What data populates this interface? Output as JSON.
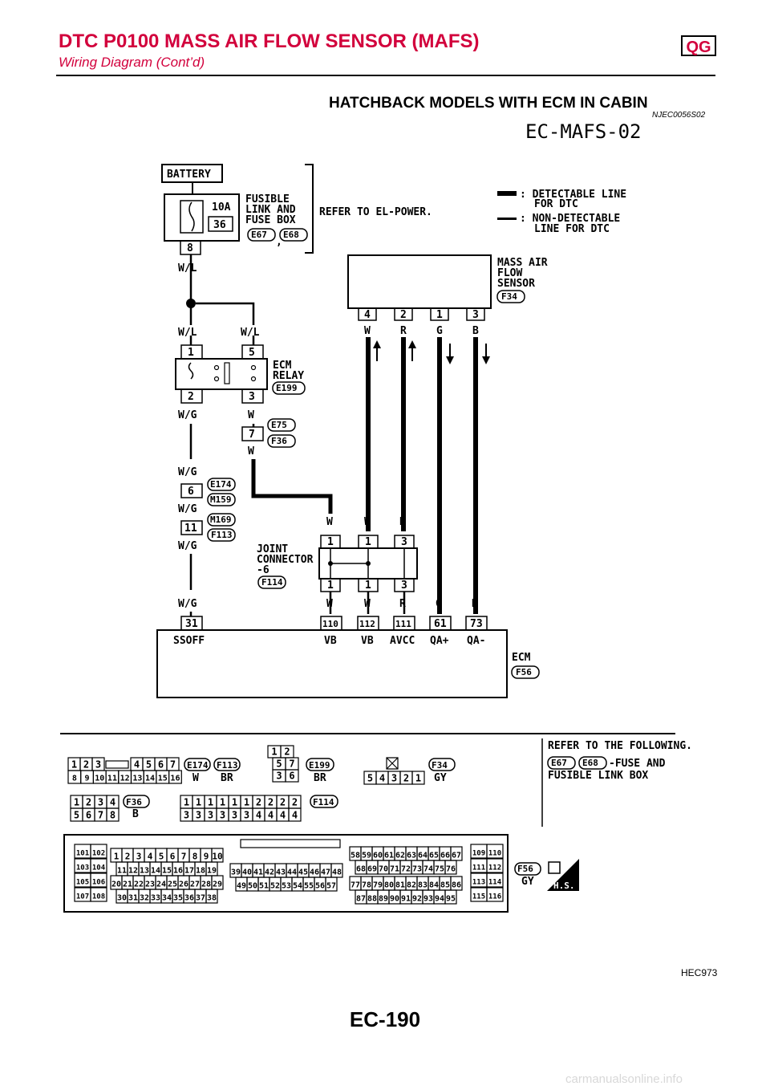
{
  "header": {
    "title": "DTC P0100 MASS AIR FLOW SENSOR (MAFS)",
    "badge": "QG",
    "subtitle": "Wiring Diagram (Cont’d)"
  },
  "section": {
    "title": "HATCHBACK MODELS WITH ECM IN CABIN",
    "code": "NJEC0056S02",
    "diagram_id": "EC-MAFS-02"
  },
  "diagram": {
    "battery": "BATTERY",
    "fuse_rating": "10A",
    "fuse_number": "36",
    "fuse_box_label": [
      "FUSIBLE",
      "LINK AND",
      "FUSE BOX"
    ],
    "fuse_box_connectors": [
      "E67",
      "E68"
    ],
    "refer_power": "REFER TO EL-POWER.",
    "legend_detectable": [
      ": DETECTABLE LINE",
      "FOR DTC"
    ],
    "legend_nondetectable": [
      ": NON-DETECTABLE",
      "LINE FOR DTC"
    ],
    "sensor_label": [
      "MASS AIR",
      "FLOW",
      "SENSOR"
    ],
    "sensor_connector": "F34",
    "sensor_pins": [
      "4",
      "2",
      "1",
      "3"
    ],
    "sensor_wires": [
      "W",
      "R",
      "G",
      "B"
    ],
    "fuse_pin": "8",
    "wire_wl": "W/L",
    "wire_wg": "W/G",
    "wire_w": "W",
    "relay_label": [
      "ECM",
      "RELAY"
    ],
    "relay_connector": "E199",
    "relay_pins": [
      "1",
      "5",
      "2",
      "3"
    ],
    "junction_pin_7": "7",
    "junction_7_connectors": [
      "E75",
      "F36"
    ],
    "junction_pin_6": "6",
    "junction_6_connectors": [
      "E174",
      "M159"
    ],
    "junction_pin_11": "11",
    "junction_11_connectors": [
      "M169",
      "F113"
    ],
    "joint_label": [
      "JOINT",
      "CONNECTOR",
      "-6"
    ],
    "joint_connector": "F114",
    "joint_pins": [
      "1",
      "1",
      "3"
    ],
    "joint_wires_top": [
      "W",
      "W",
      "R"
    ],
    "ecm_wires": [
      "W/G",
      "W",
      "W",
      "R",
      "G",
      "B"
    ],
    "ecm_pins": [
      "31",
      "110",
      "112",
      "111",
      "61",
      "73"
    ],
    "ecm_terms": [
      "SSOFF",
      "VB",
      "VB",
      "AVCC",
      "QA+",
      "QA-"
    ],
    "ecm_label": "ECM",
    "ecm_connector": "F56"
  },
  "connectors": {
    "c1_top": [
      "1",
      "2",
      "3",
      "4",
      "5",
      "6",
      "7"
    ],
    "c1_bot": [
      "8",
      "9",
      "10",
      "11",
      "12",
      "13",
      "14",
      "15",
      "16"
    ],
    "c1_ids": [
      "E174",
      "F113"
    ],
    "c1_colors": [
      "W",
      "BR"
    ],
    "c2_top": [
      "1",
      "2"
    ],
    "c2_mid": [
      "5",
      "7"
    ],
    "c2_bot": [
      "3",
      "6"
    ],
    "c2_id": "E199",
    "c2_color": "BR",
    "c3_pins": [
      "5",
      "4",
      "3",
      "2",
      "1"
    ],
    "c3_id": "F34",
    "c3_color": "GY",
    "c4_top": [
      "1",
      "2",
      "3",
      "4"
    ],
    "c4_bot": [
      "5",
      "6",
      "7",
      "8"
    ],
    "c4_id": "F36",
    "c4_color": "B",
    "c5_top": [
      "1",
      "1",
      "1",
      "1",
      "1",
      "1",
      "2",
      "2",
      "2",
      "2"
    ],
    "c5_bot": [
      "3",
      "3",
      "3",
      "3",
      "3",
      "3",
      "4",
      "4",
      "4",
      "4"
    ],
    "c5_id": "F114",
    "refer_following": "REFER TO THE FOLLOWING.",
    "refer_ids": [
      "E67",
      "E68"
    ],
    "refer_text": [
      "-FUSE AND",
      "FUSIBLE LINK BOX"
    ],
    "ecm_conn_id": "F56",
    "ecm_conn_color": "GY",
    "hs": "H.S.",
    "ecm_left": [
      "101",
      "102",
      "103",
      "104",
      "105",
      "106",
      "107",
      "108"
    ],
    "ecm_right": [
      "109",
      "110",
      "111",
      "112",
      "113",
      "114",
      "115",
      "116"
    ],
    "ecm_r1": [
      "1",
      "2",
      "3",
      "4",
      "5",
      "6",
      "7",
      "8",
      "9",
      "10"
    ],
    "ecm_r2": [
      "11",
      "12",
      "13",
      "14",
      "15",
      "16",
      "17",
      "18",
      "19"
    ],
    "ecm_r3": [
      "20",
      "21",
      "22",
      "23",
      "24",
      "25",
      "26",
      "27",
      "28",
      "29"
    ],
    "ecm_r4": [
      "30",
      "31",
      "32",
      "33",
      "34",
      "35",
      "36",
      "37",
      "38"
    ],
    "ecm_m1": [
      "39",
      "40",
      "41",
      "42",
      "43",
      "44",
      "45",
      "46",
      "47",
      "48"
    ],
    "ecm_m2": [
      "49",
      "50",
      "51",
      "52",
      "53",
      "54",
      "55",
      "56",
      "57"
    ],
    "ecm_q1": [
      "58",
      "59",
      "60",
      "61",
      "62",
      "63",
      "64",
      "65",
      "66",
      "67"
    ],
    "ecm_q2": [
      "68",
      "69",
      "70",
      "71",
      "72",
      "73",
      "74",
      "75",
      "76"
    ],
    "ecm_q3": [
      "77",
      "78",
      "79",
      "80",
      "81",
      "82",
      "83",
      "84",
      "85",
      "86"
    ],
    "ecm_q4": [
      "87",
      "88",
      "89",
      "90",
      "91",
      "92",
      "93",
      "94",
      "95"
    ]
  },
  "footer": {
    "figure_code": "HEC973",
    "page": "EC-190",
    "watermark": "carmanualsonline.info"
  }
}
